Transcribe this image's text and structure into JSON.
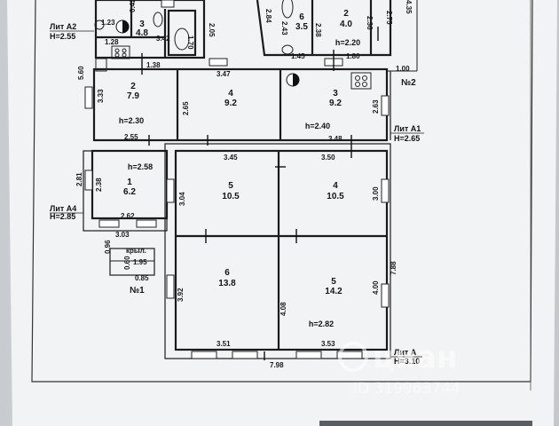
{
  "rooms": {
    "r1": {
      "num": "1",
      "area": "6.2"
    },
    "r2": {
      "num": "2",
      "area": "7.9"
    },
    "r3t": {
      "num": "3",
      "area": "4.8"
    },
    "r4t": {
      "num": "4",
      "area": "9.2"
    },
    "r3r": {
      "num": "3",
      "area": "9.2"
    },
    "r5t": {
      "num": "5",
      "area": "10.5"
    },
    "r4b": {
      "num": "4",
      "area": "10.5"
    },
    "r6": {
      "num": "6",
      "area": "13.8"
    },
    "r5b": {
      "num": "5",
      "area": "14.2"
    },
    "r6top": {
      "num": "6",
      "area": "3.5"
    },
    "r2top": {
      "num": "2",
      "area": "4.0"
    }
  },
  "heights": {
    "h230": "h=2.30",
    "h240": "h=2.40",
    "h258": "h=2.58",
    "h282": "h=2.82",
    "h220": "h=2.20"
  },
  "liters": {
    "a2_name": "Лит А2",
    "a2_h": "H=2.55",
    "a1_name": "Лит А1",
    "a1_h": "H=2.65",
    "a4_name": "Лит А4",
    "a4_h": "H=2.85",
    "a_name": "Лит А",
    "a_h": "H=3.10"
  },
  "labels": {
    "n1": "№1",
    "n2": "№2",
    "porch": "крыл."
  },
  "dims": {
    "d1": "1.23",
    "d2": "0.42",
    "d3": "1.28",
    "d4": "3.42",
    "d5": "1.70",
    "d6": "2.05",
    "d7": "1.38",
    "d8": "5.60",
    "d9": "3.33",
    "d10": "3.47",
    "d11": "2.65",
    "d12": "2.63",
    "d13": "2.55",
    "d14": "3.45",
    "d15": "3.50",
    "d16": "3.48",
    "d17": "2.81",
    "d18": "2.38",
    "d19": "3.04",
    "d20": "3.00",
    "d21": "2.62",
    "d22": "3.03",
    "d23": "0.96",
    "d24": "0.60",
    "d25": "1.95",
    "d26": "0.85",
    "d27": "3.92",
    "d28": "4.08",
    "d29": "4.00",
    "d30": "7.88",
    "d31": "3.51",
    "d32": "3.53",
    "d33": "7.98",
    "d34": "2.84",
    "d35": "2.43",
    "d36": "2.36",
    "d37": "2.75",
    "d38": "4.35",
    "d39": "1.45",
    "d40": "1.80",
    "d41": "1.00",
    "d42": "2.38"
  },
  "watermark": {
    "brand": "циан",
    "id": "ID 319963744"
  }
}
